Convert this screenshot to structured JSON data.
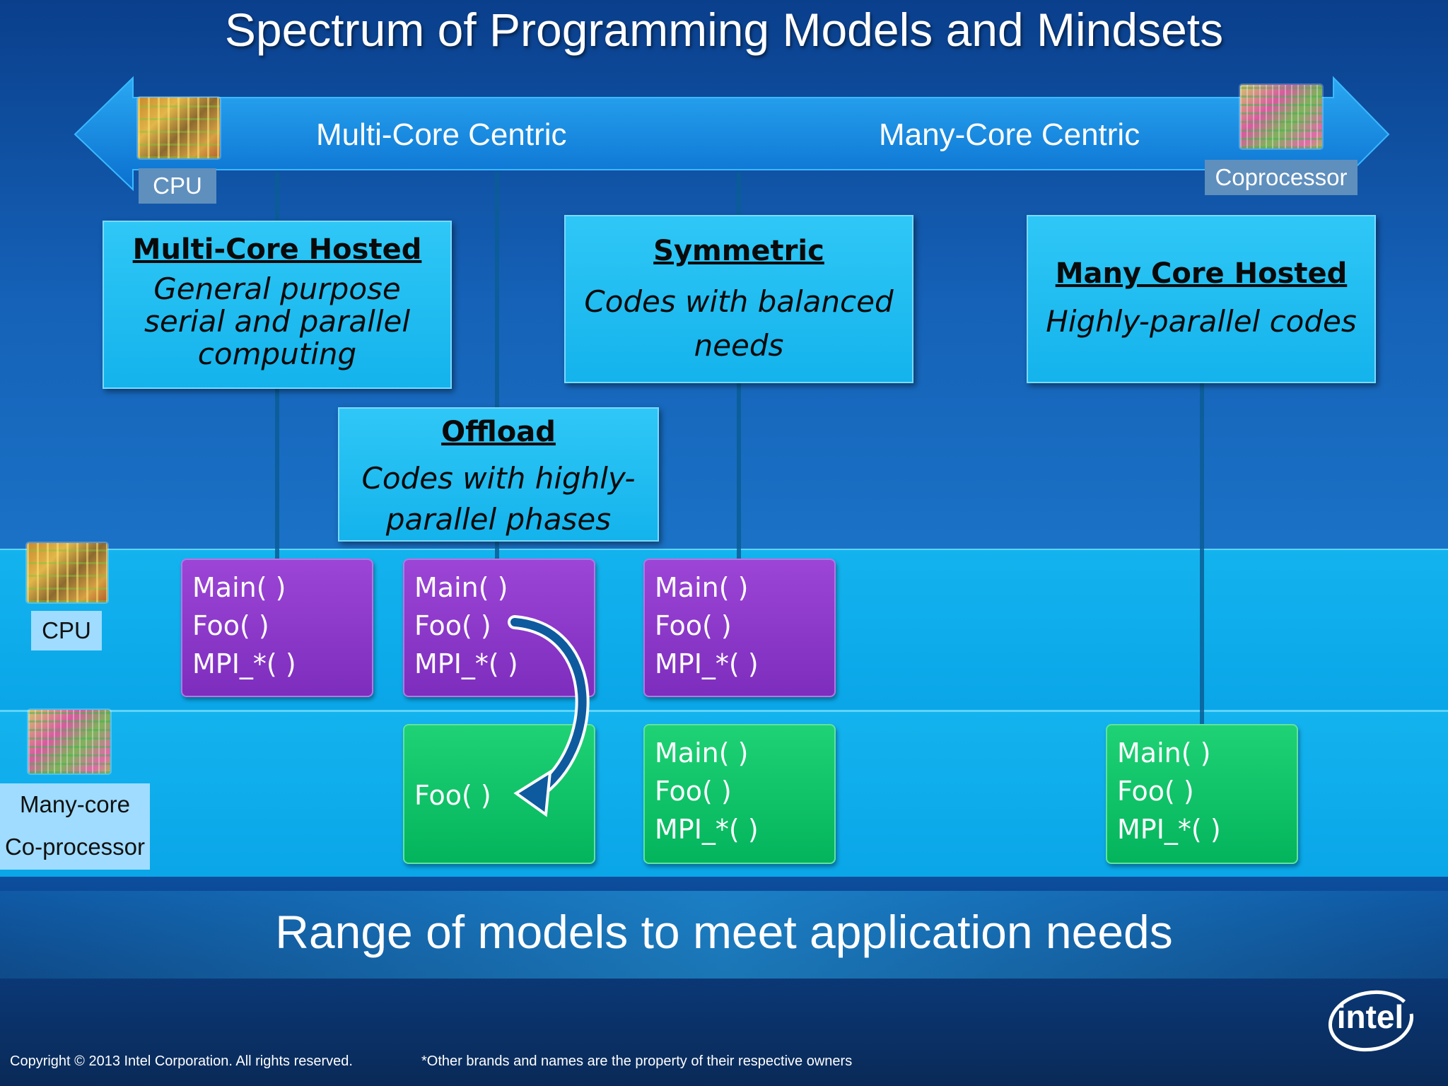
{
  "title": "Spectrum of Programming Models and Mindsets",
  "spectrum": {
    "left_label": "Multi-Core Centric",
    "right_label": "Many-Core Centric",
    "left_chip_tag": "CPU",
    "right_chip_tag": "Coprocessor"
  },
  "models": [
    {
      "title": "Multi-Core Hosted",
      "desc": [
        "General purpose",
        "serial and parallel",
        "computing"
      ]
    },
    {
      "title": "Offload",
      "desc": [
        "Codes with highly-",
        "parallel phases"
      ]
    },
    {
      "title": "Symmetric",
      "desc": [
        "Codes with balanced",
        "needs"
      ]
    },
    {
      "title": "Many Core Hosted",
      "desc": [
        "Highly-parallel codes"
      ]
    }
  ],
  "lanes": {
    "cpu_tag": "CPU",
    "mic_tag": [
      "Many-core",
      "Co-processor"
    ]
  },
  "code_boxes": {
    "cpu": [
      [
        "Main( )",
        "Foo( )",
        "MPI_*( )"
      ],
      [
        "Main( )",
        "Foo( )",
        "MPI_*( )"
      ],
      [
        "Main( )",
        "Foo( )",
        "MPI_*( )"
      ]
    ],
    "mic": [
      [
        "Foo( )"
      ],
      [
        "Main( )",
        "Foo( )",
        "MPI_*( )"
      ],
      [
        "Main( )",
        "Foo( )",
        "MPI_*( )"
      ]
    ]
  },
  "tagline": "Range of models to meet application needs",
  "footer": {
    "copyright": "Copyright © 2013 Intel Corporation. All rights reserved.",
    "trademark": "*Other brands and names are the property of their respective owners",
    "logo_text": "intel"
  },
  "colors": {
    "background": "#0f4fa0",
    "lane": "#13b3ee",
    "model_box": "#2fc7f6",
    "cpu_code": "#8b37c8",
    "mic_code": "#0cc468",
    "arrow": "#0e5a9e"
  }
}
